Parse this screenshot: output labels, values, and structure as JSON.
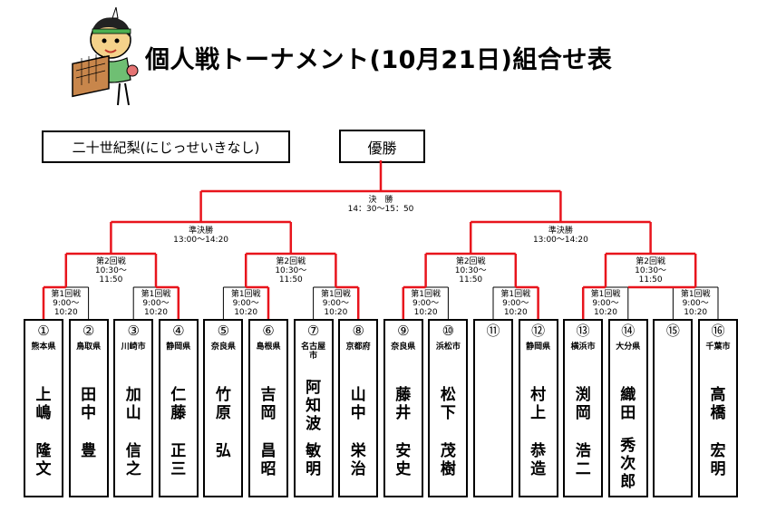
{
  "title": "個人戦トーナメント(10月21日)組合せ表",
  "team_label": "二十世紀梨(にじっせいきなし)",
  "champion_label": "優勝",
  "rounds": {
    "final": {
      "name": "決　勝",
      "time": "14：30〜15：50"
    },
    "semi": {
      "name": "準決勝",
      "time": "13:00〜14:20"
    },
    "second": {
      "name": "第2回戦",
      "time1": "10:30〜",
      "time2": "11:50"
    },
    "first": {
      "name": "第1回戦",
      "time1": "9:00〜",
      "time2": "10:20"
    }
  },
  "players": [
    {
      "num": "1",
      "pref": "熊本県",
      "surname": [
        "上",
        "嶋"
      ],
      "given": [
        "隆",
        "文"
      ]
    },
    {
      "num": "2",
      "pref": "鳥取県",
      "surname": [
        "田",
        "中"
      ],
      "given": [
        "豊"
      ]
    },
    {
      "num": "3",
      "pref": "川崎市",
      "surname": [
        "加",
        "山"
      ],
      "given": [
        "信",
        "之"
      ]
    },
    {
      "num": "4",
      "pref": "静岡県",
      "surname": [
        "仁",
        "藤"
      ],
      "given": [
        "正",
        "三"
      ]
    },
    {
      "num": "5",
      "pref": "奈良県",
      "surname": [
        "竹",
        "原"
      ],
      "given": [
        "弘"
      ]
    },
    {
      "num": "6",
      "pref": "島根県",
      "surname": [
        "吉",
        "岡"
      ],
      "given": [
        "昌",
        "昭"
      ]
    },
    {
      "num": "7",
      "pref": "名古屋市",
      "surname": [
        "阿",
        "知",
        "波"
      ],
      "given": [
        "敏",
        "明"
      ]
    },
    {
      "num": "8",
      "pref": "京都府",
      "surname": [
        "山",
        "中"
      ],
      "given": [
        "栄",
        "治"
      ]
    },
    {
      "num": "9",
      "pref": "奈良県",
      "surname": [
        "藤",
        "井"
      ],
      "given": [
        "安",
        "史"
      ]
    },
    {
      "num": "10",
      "pref": "浜松市",
      "surname": [
        "松",
        "下"
      ],
      "given": [
        "茂",
        "樹"
      ]
    },
    {
      "num": "11",
      "pref": "",
      "surname": [],
      "given": []
    },
    {
      "num": "12",
      "pref": "静岡県",
      "surname": [
        "村",
        "上"
      ],
      "given": [
        "恭",
        "造"
      ]
    },
    {
      "num": "13",
      "pref": "横浜市",
      "surname": [
        "渕",
        "岡"
      ],
      "given": [
        "浩",
        "二"
      ]
    },
    {
      "num": "14",
      "pref": "大分県",
      "surname": [
        "織",
        "田"
      ],
      "given": [
        "秀",
        "次",
        "郎"
      ]
    },
    {
      "num": "15",
      "pref": "",
      "surname": [],
      "given": []
    },
    {
      "num": "16",
      "pref": "千葉市",
      "surname": [
        "高",
        "橋"
      ],
      "given": [
        "宏",
        "明"
      ]
    }
  ],
  "colors": {
    "winner_line": "#e8141c",
    "line": "#000000"
  }
}
